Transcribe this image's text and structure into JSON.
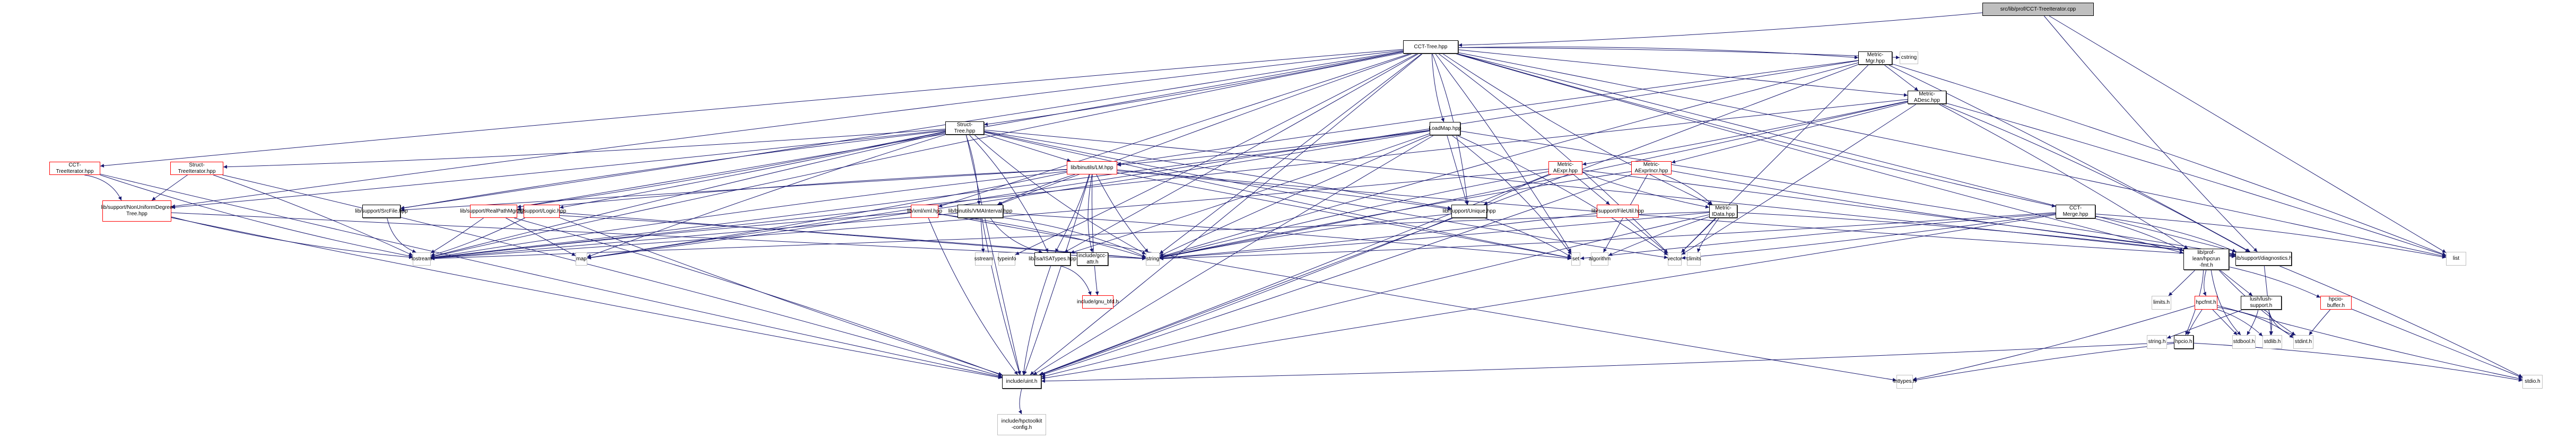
{
  "graph": {
    "title": "Include dependency graph for src/lib/prof/CCT-TreeIterator.cpp",
    "edge_color": "#191970",
    "legend": {
      "root_fill": "#bfbfbf",
      "normal_border": "#000000",
      "truncated_border": "#ff0000",
      "missing_border": "#bfbfbf"
    },
    "nodes": [
      {
        "id": "root",
        "label": "src/lib/prof/CCT-TreeIterator.cpp",
        "kind": "root"
      },
      {
        "id": "ccttree",
        "label": "CCT-Tree.hpp",
        "kind": "normal"
      },
      {
        "id": "cstring",
        "label": "cstring",
        "kind": "missing"
      },
      {
        "id": "metricmgr",
        "label": "Metric-Mgr.hpp",
        "kind": "normal"
      },
      {
        "id": "structtree",
        "label": "Struct-Tree.hpp",
        "kind": "normal"
      },
      {
        "id": "loadmap",
        "label": "LoadMap.hpp",
        "kind": "normal"
      },
      {
        "id": "metricadesc",
        "label": "Metric-ADesc.hpp",
        "kind": "normal"
      },
      {
        "id": "ccttreeit",
        "label": "CCT-TreeIterator.hpp",
        "kind": "truncated"
      },
      {
        "id": "structtreeit",
        "label": "Struct-TreeIterator.hpp",
        "kind": "truncated"
      },
      {
        "id": "nonuniform",
        "label": "lib/support/NonUniformDegree\nTree.hpp",
        "kind": "truncated"
      },
      {
        "id": "lm",
        "label": "lib/binutils/LM.hpp",
        "kind": "truncated"
      },
      {
        "id": "metricaexpr",
        "label": "Metric-AExpr.hpp",
        "kind": "truncated"
      },
      {
        "id": "metricaexprincr",
        "label": "Metric-AExprIncr.hpp",
        "kind": "truncated"
      },
      {
        "id": "cctmerge",
        "label": "CCT-Merge.hpp",
        "kind": "normal"
      },
      {
        "id": "srcfile",
        "label": "lib/support/SrcFile.hpp",
        "kind": "normal"
      },
      {
        "id": "realpath",
        "label": "lib/support/RealPathMgr.hpp",
        "kind": "truncated"
      },
      {
        "id": "logic",
        "label": "lib/support/Logic.hpp",
        "kind": "truncated"
      },
      {
        "id": "xml",
        "label": "lib/xml/xml.hpp",
        "kind": "truncated"
      },
      {
        "id": "vma",
        "label": "lib/binutils/VMAInterval.hpp",
        "kind": "normal"
      },
      {
        "id": "unique",
        "label": "lib/support/Unique.hpp",
        "kind": "normal"
      },
      {
        "id": "fileutil",
        "label": "lib/support/FileUtil.hpp",
        "kind": "truncated"
      },
      {
        "id": "metricidata",
        "label": "Metric-IData.hpp",
        "kind": "normal"
      },
      {
        "id": "hpcrunfmt",
        "label": "lib/prof-lean/hpcrun\n-fmt.h",
        "kind": "normal"
      },
      {
        "id": "diagnostics",
        "label": "lib/support/diagnostics.h",
        "kind": "normal"
      },
      {
        "id": "list",
        "label": "list",
        "kind": "missing"
      },
      {
        "id": "iostream",
        "label": "iostream",
        "kind": "missing"
      },
      {
        "id": "map",
        "label": "map",
        "kind": "missing"
      },
      {
        "id": "sstream",
        "label": "sstream",
        "kind": "missing"
      },
      {
        "id": "typeinfo",
        "label": "typeinfo",
        "kind": "missing"
      },
      {
        "id": "isatypes",
        "label": "lib/isa/ISATypes.hpp",
        "kind": "normal"
      },
      {
        "id": "gccattr",
        "label": "include/gcc-attr.h",
        "kind": "normal"
      },
      {
        "id": "string",
        "label": "string",
        "kind": "missing"
      },
      {
        "id": "set",
        "label": "set",
        "kind": "missing"
      },
      {
        "id": "algorithm",
        "label": "algorithm",
        "kind": "missing"
      },
      {
        "id": "vector",
        "label": "vector",
        "kind": "missing"
      },
      {
        "id": "climits",
        "label": "climits",
        "kind": "missing"
      },
      {
        "id": "gnubfd",
        "label": "include/gnu_bfd.h",
        "kind": "truncated"
      },
      {
        "id": "limits",
        "label": "limits.h",
        "kind": "missing"
      },
      {
        "id": "hpcfmt",
        "label": "hpcfmt.h",
        "kind": "truncated"
      },
      {
        "id": "lush",
        "label": "lush/lush-support.h",
        "kind": "normal"
      },
      {
        "id": "hpciobuf",
        "label": "hpcio-buffer.h",
        "kind": "truncated"
      },
      {
        "id": "stringh",
        "label": "string.h",
        "kind": "missing"
      },
      {
        "id": "hpcio",
        "label": "hpcio.h",
        "kind": "normal"
      },
      {
        "id": "stdbool",
        "label": "stdbool.h",
        "kind": "missing"
      },
      {
        "id": "stdlib",
        "label": "stdlib.h",
        "kind": "missing"
      },
      {
        "id": "stdint",
        "label": "stdint.h",
        "kind": "missing"
      },
      {
        "id": "uint",
        "label": "include/uint.h",
        "kind": "normal"
      },
      {
        "id": "inttypes",
        "label": "inttypes.h",
        "kind": "missing"
      },
      {
        "id": "stdio",
        "label": "stdio.h",
        "kind": "missing"
      },
      {
        "id": "hpctkconfig",
        "label": "include/hpctoolkit\n-config.h",
        "kind": "missing"
      }
    ],
    "edges": [
      [
        "root",
        "ccttree"
      ],
      [
        "root",
        "diagnostics"
      ],
      [
        "root",
        "list"
      ],
      [
        "ccttree",
        "cstring"
      ],
      [
        "ccttree",
        "metricmgr"
      ],
      [
        "ccttree",
        "structtree"
      ],
      [
        "ccttree",
        "loadmap"
      ],
      [
        "ccttree",
        "metricadesc"
      ],
      [
        "ccttree",
        "ccttreeit"
      ],
      [
        "ccttree",
        "nonuniform"
      ],
      [
        "ccttree",
        "cctmerge"
      ],
      [
        "ccttree",
        "srcfile"
      ],
      [
        "ccttree",
        "xml"
      ],
      [
        "ccttree",
        "vma"
      ],
      [
        "ccttree",
        "unique"
      ],
      [
        "ccttree",
        "metricidata"
      ],
      [
        "ccttree",
        "hpcrunfmt"
      ],
      [
        "ccttree",
        "diagnostics"
      ],
      [
        "ccttree",
        "list"
      ],
      [
        "ccttree",
        "iostream"
      ],
      [
        "ccttree",
        "typeinfo"
      ],
      [
        "ccttree",
        "isatypes"
      ],
      [
        "ccttree",
        "string"
      ],
      [
        "ccttree",
        "set"
      ],
      [
        "ccttree",
        "vector"
      ],
      [
        "ccttree",
        "uint"
      ],
      [
        "ccttree",
        "realpath"
      ],
      [
        "metricmgr",
        "metricadesc"
      ],
      [
        "metricmgr",
        "lm"
      ],
      [
        "metricmgr",
        "string"
      ],
      [
        "metricmgr",
        "vector"
      ],
      [
        "metricmgr",
        "map"
      ],
      [
        "metricmgr",
        "uint"
      ],
      [
        "metricmgr",
        "diagnostics"
      ],
      [
        "metricmgr",
        "list"
      ],
      [
        "structtree",
        "structtreeit"
      ],
      [
        "structtree",
        "nonuniform"
      ],
      [
        "structtree",
        "lm"
      ],
      [
        "structtree",
        "vma"
      ],
      [
        "structtree",
        "srcfile"
      ],
      [
        "structtree",
        "realpath"
      ],
      [
        "structtree",
        "logic"
      ],
      [
        "structtree",
        "unique"
      ],
      [
        "structtree",
        "iostream"
      ],
      [
        "structtree",
        "map"
      ],
      [
        "structtree",
        "string"
      ],
      [
        "structtree",
        "set"
      ],
      [
        "structtree",
        "uint"
      ],
      [
        "structtree",
        "diagnostics"
      ],
      [
        "structtree",
        "isatypes"
      ],
      [
        "structtree",
        "vector"
      ],
      [
        "loadmap",
        "lm"
      ],
      [
        "loadmap",
        "unique"
      ],
      [
        "loadmap",
        "string"
      ],
      [
        "loadmap",
        "vector"
      ],
      [
        "loadmap",
        "map"
      ],
      [
        "loadmap",
        "isatypes"
      ],
      [
        "loadmap",
        "diagnostics"
      ],
      [
        "loadmap",
        "uint"
      ],
      [
        "loadmap",
        "set"
      ],
      [
        "loadmap",
        "iostream"
      ],
      [
        "metricadesc",
        "metricaexpr"
      ],
      [
        "metricadesc",
        "metricaexprincr"
      ],
      [
        "metricadesc",
        "hpcrunfmt"
      ],
      [
        "metricadesc",
        "diagnostics"
      ],
      [
        "metricadesc",
        "string"
      ],
      [
        "metricadesc",
        "vector"
      ],
      [
        "metricadesc",
        "iostream"
      ],
      [
        "metricadesc",
        "list"
      ],
      [
        "ccttreeit",
        "nonuniform"
      ],
      [
        "ccttreeit",
        "iostream"
      ],
      [
        "ccttreeit",
        "uint"
      ],
      [
        "structtreeit",
        "nonuniform"
      ],
      [
        "structtreeit",
        "iostream"
      ],
      [
        "structtreeit",
        "uint"
      ],
      [
        "nonuniform",
        "iostream"
      ],
      [
        "nonuniform",
        "uint"
      ],
      [
        "nonuniform",
        "string"
      ],
      [
        "lm",
        "vma"
      ],
      [
        "lm",
        "isatypes"
      ],
      [
        "lm",
        "gccattr"
      ],
      [
        "lm",
        "gnubfd"
      ],
      [
        "lm",
        "srcfile"
      ],
      [
        "lm",
        "unique"
      ],
      [
        "lm",
        "iostream"
      ],
      [
        "lm",
        "map"
      ],
      [
        "lm",
        "string"
      ],
      [
        "lm",
        "set"
      ],
      [
        "lm",
        "uint"
      ],
      [
        "lm",
        "realpath"
      ],
      [
        "lm",
        "diagnostics"
      ],
      [
        "metricaexpr",
        "metricidata"
      ],
      [
        "metricaexpr",
        "fileutil"
      ],
      [
        "metricaexpr",
        "unique"
      ],
      [
        "metricaexpr",
        "string"
      ],
      [
        "metricaexpr",
        "iostream"
      ],
      [
        "metricaexpr",
        "uint"
      ],
      [
        "metricaexpr",
        "diagnostics"
      ],
      [
        "metricaexprincr",
        "metricidata"
      ],
      [
        "metricaexprincr",
        "string"
      ],
      [
        "metricaexprincr",
        "diagnostics"
      ],
      [
        "metricaexprincr",
        "uint"
      ],
      [
        "metricaexprincr",
        "algorithm"
      ],
      [
        "cctmerge",
        "hpcrunfmt"
      ],
      [
        "cctmerge",
        "diagnostics"
      ],
      [
        "cctmerge",
        "string"
      ],
      [
        "cctmerge",
        "vector"
      ],
      [
        "cctmerge",
        "uint"
      ],
      [
        "cctmerge",
        "set"
      ],
      [
        "cctmerge",
        "list"
      ],
      [
        "srcfile",
        "iostream"
      ],
      [
        "realpath",
        "iostream"
      ],
      [
        "realpath",
        "map"
      ],
      [
        "realpath",
        "string"
      ],
      [
        "realpath",
        "uint"
      ],
      [
        "logic",
        "iostream"
      ],
      [
        "logic",
        "uint"
      ],
      [
        "logic",
        "string"
      ],
      [
        "xml",
        "iostream"
      ],
      [
        "xml",
        "string"
      ],
      [
        "xml",
        "uint"
      ],
      [
        "xml",
        "inttypes"
      ],
      [
        "vma",
        "sstream"
      ],
      [
        "vma",
        "set"
      ],
      [
        "vma",
        "string"
      ],
      [
        "vma",
        "isatypes"
      ],
      [
        "vma",
        "uint"
      ],
      [
        "vma",
        "iostream"
      ],
      [
        "unique",
        "set"
      ],
      [
        "unique",
        "string"
      ],
      [
        "unique",
        "uint"
      ],
      [
        "fileutil",
        "string"
      ],
      [
        "fileutil",
        "vector"
      ],
      [
        "metricidata",
        "algorithm"
      ],
      [
        "metricidata",
        "vector"
      ],
      [
        "metricidata",
        "climits"
      ],
      [
        "metricidata",
        "string"
      ],
      [
        "metricidata",
        "iostream"
      ],
      [
        "metricidata",
        "uint"
      ],
      [
        "metricidata",
        "diagnostics"
      ],
      [
        "hpcrunfmt",
        "limits"
      ],
      [
        "hpcrunfmt",
        "hpcfmt"
      ],
      [
        "hpcrunfmt",
        "lush"
      ],
      [
        "hpcrunfmt",
        "hpciobuf"
      ],
      [
        "hpcrunfmt",
        "hpcio"
      ],
      [
        "hpcrunfmt",
        "stdbool"
      ],
      [
        "hpcrunfmt",
        "stdint"
      ],
      [
        "diagnostics",
        "stdlib"
      ],
      [
        "diagnostics",
        "stdio"
      ],
      [
        "isatypes",
        "gnubfd"
      ],
      [
        "isatypes",
        "uint"
      ],
      [
        "hpcfmt",
        "hpcio"
      ],
      [
        "hpcfmt",
        "stdbool"
      ],
      [
        "hpcfmt",
        "stdlib"
      ],
      [
        "hpcfmt",
        "stdint"
      ],
      [
        "hpcfmt",
        "inttypes"
      ],
      [
        "hpcfmt",
        "stdio"
      ],
      [
        "lush",
        "stringh"
      ],
      [
        "lush",
        "stdbool"
      ],
      [
        "lush",
        "stdlib"
      ],
      [
        "lush",
        "stdint"
      ],
      [
        "hpciobuf",
        "stdint"
      ],
      [
        "hpciobuf",
        "stdio"
      ],
      [
        "hpcio",
        "inttypes"
      ],
      [
        "hpcio",
        "stdio"
      ],
      [
        "hpcio",
        "uint"
      ],
      [
        "uint",
        "hpctkconfig"
      ]
    ]
  }
}
